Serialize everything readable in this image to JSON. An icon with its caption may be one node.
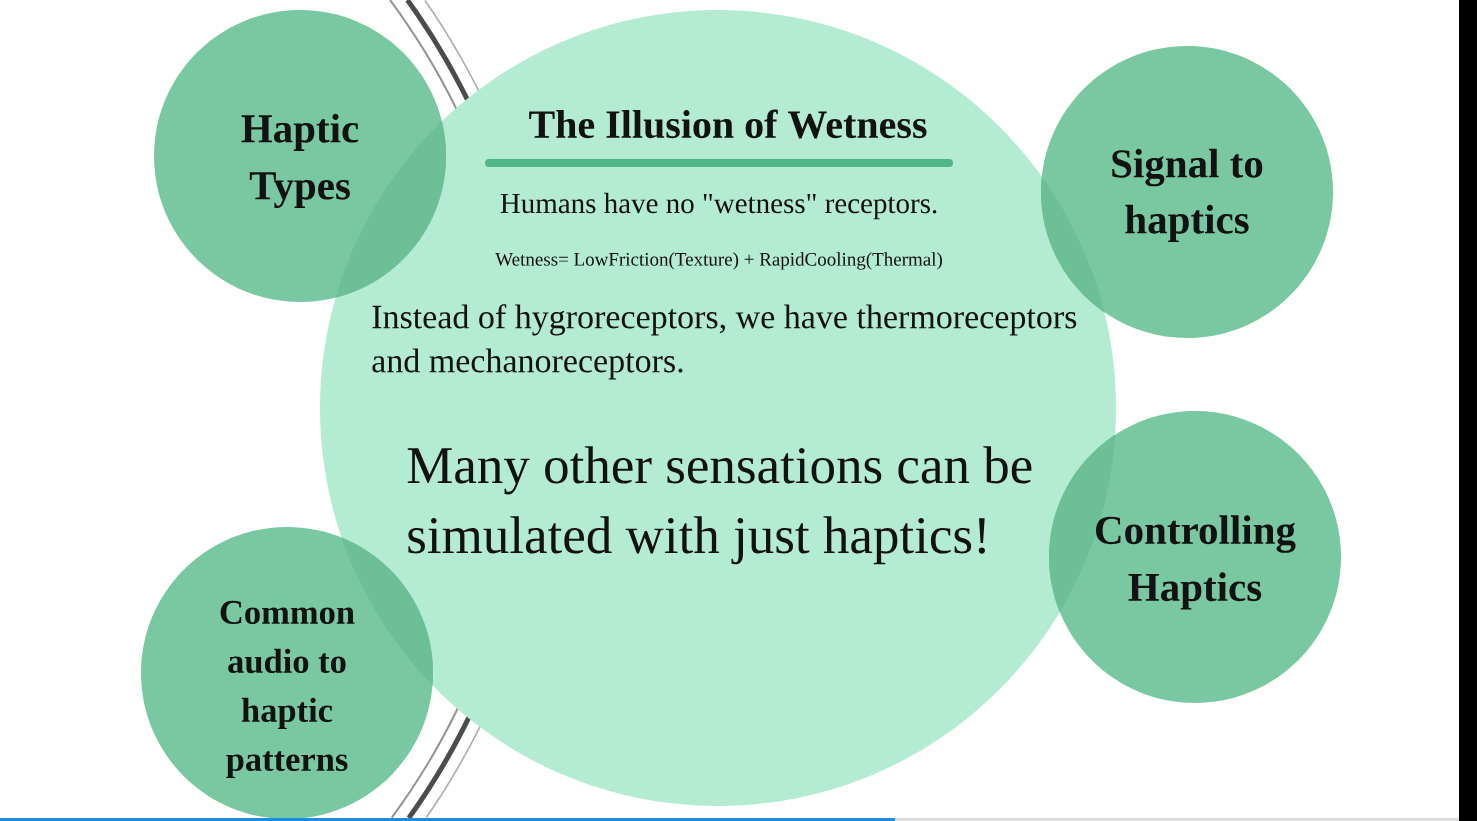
{
  "diagram": {
    "nodes": [
      {
        "text": [
          "Haptic Types"
        ]
      },
      {
        "text": [
          "The Illusion of Wetness",
          "Humans have no \"wetness\" receptors.",
          "Wetness= LowFriction(Texture) + RapidCooling(Thermal)",
          "Instead of hygroreceptors, we have thermoreceptors and mechanoreceptors.",
          "Many other sensations can be simulated with just haptics!"
        ]
      },
      {
        "text": [
          "Signal to haptics"
        ]
      },
      {
        "text": [
          "Controlling Haptics"
        ]
      },
      {
        "text": [
          "Common audio to haptic patterns"
        ]
      }
    ]
  }
}
